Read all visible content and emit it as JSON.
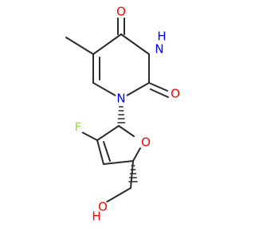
{
  "molecule": {
    "atoms": {
      "o_top": {
        "symbol": "O",
        "color": "#ff0000"
      },
      "nh_top": {
        "symbol": "N",
        "h_label": "H",
        "color": "#0000ff"
      },
      "o_right": {
        "symbol": "O",
        "color": "#ff0000"
      },
      "n_ring": {
        "symbol": "N",
        "color": "#0000ff"
      },
      "f": {
        "symbol": "F",
        "color": "#90e050"
      },
      "o_furan": {
        "symbol": "O",
        "color": "#ff0000"
      },
      "o_hydroxyl": {
        "symbol": "O",
        "color": "#ff0000"
      },
      "h_hydroxyl": {
        "symbol": "H",
        "color": "#ff0000"
      }
    },
    "bond_color": "#2b2b2b"
  }
}
